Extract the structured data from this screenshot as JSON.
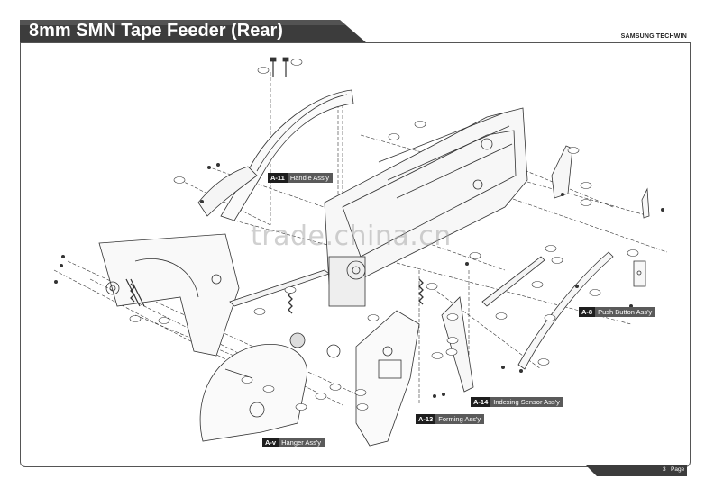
{
  "header": {
    "title": "8mm SMN Tape Feeder (Rear)",
    "brand": "SAMSUNG TECHWIN"
  },
  "assemblies": [
    {
      "code": "A-11",
      "name": "Handle Ass'y"
    },
    {
      "code": "A-8",
      "name": "Push Button Ass'y"
    },
    {
      "code": "A-14",
      "name": "Indexing Sensor Ass'y"
    },
    {
      "code": "A-13",
      "name": "Forming Ass'y"
    },
    {
      "code": "A-v",
      "name": "Hanger Ass'y"
    }
  ],
  "watermark": "trade.china.cn",
  "footer": {
    "page_number": "3",
    "page_label": "Page"
  },
  "colors": {
    "title_bg": "#3c3c3c",
    "label_bg": "#5a5a5a",
    "code_bg": "#1e1e1e",
    "line": "#333333"
  }
}
